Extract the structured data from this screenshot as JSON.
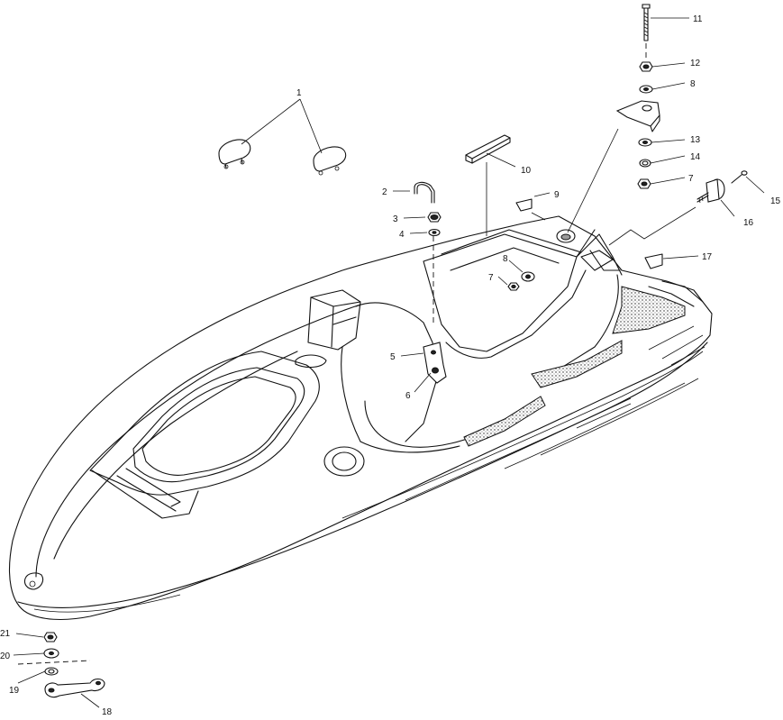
{
  "diagram": {
    "callouts": [
      {
        "id": "c1",
        "text": "1"
      },
      {
        "id": "c2",
        "text": "2"
      },
      {
        "id": "c3",
        "text": "3"
      },
      {
        "id": "c4",
        "text": "4"
      },
      {
        "id": "c5",
        "text": "5"
      },
      {
        "id": "c6",
        "text": "6"
      },
      {
        "id": "c7a",
        "text": "7"
      },
      {
        "id": "c8a",
        "text": "8"
      },
      {
        "id": "c9",
        "text": "9"
      },
      {
        "id": "c10",
        "text": "10"
      },
      {
        "id": "c11",
        "text": "11"
      },
      {
        "id": "c12",
        "text": "12"
      },
      {
        "id": "c8b",
        "text": "8"
      },
      {
        "id": "c13",
        "text": "13"
      },
      {
        "id": "c14",
        "text": "14"
      },
      {
        "id": "c7b",
        "text": "7"
      },
      {
        "id": "c15",
        "text": "15"
      },
      {
        "id": "c16",
        "text": "16"
      },
      {
        "id": "c17",
        "text": "17"
      },
      {
        "id": "c21",
        "text": "21"
      },
      {
        "id": "c20",
        "text": "20"
      },
      {
        "id": "c19",
        "text": "19"
      },
      {
        "id": "c18",
        "text": "18"
      }
    ]
  }
}
